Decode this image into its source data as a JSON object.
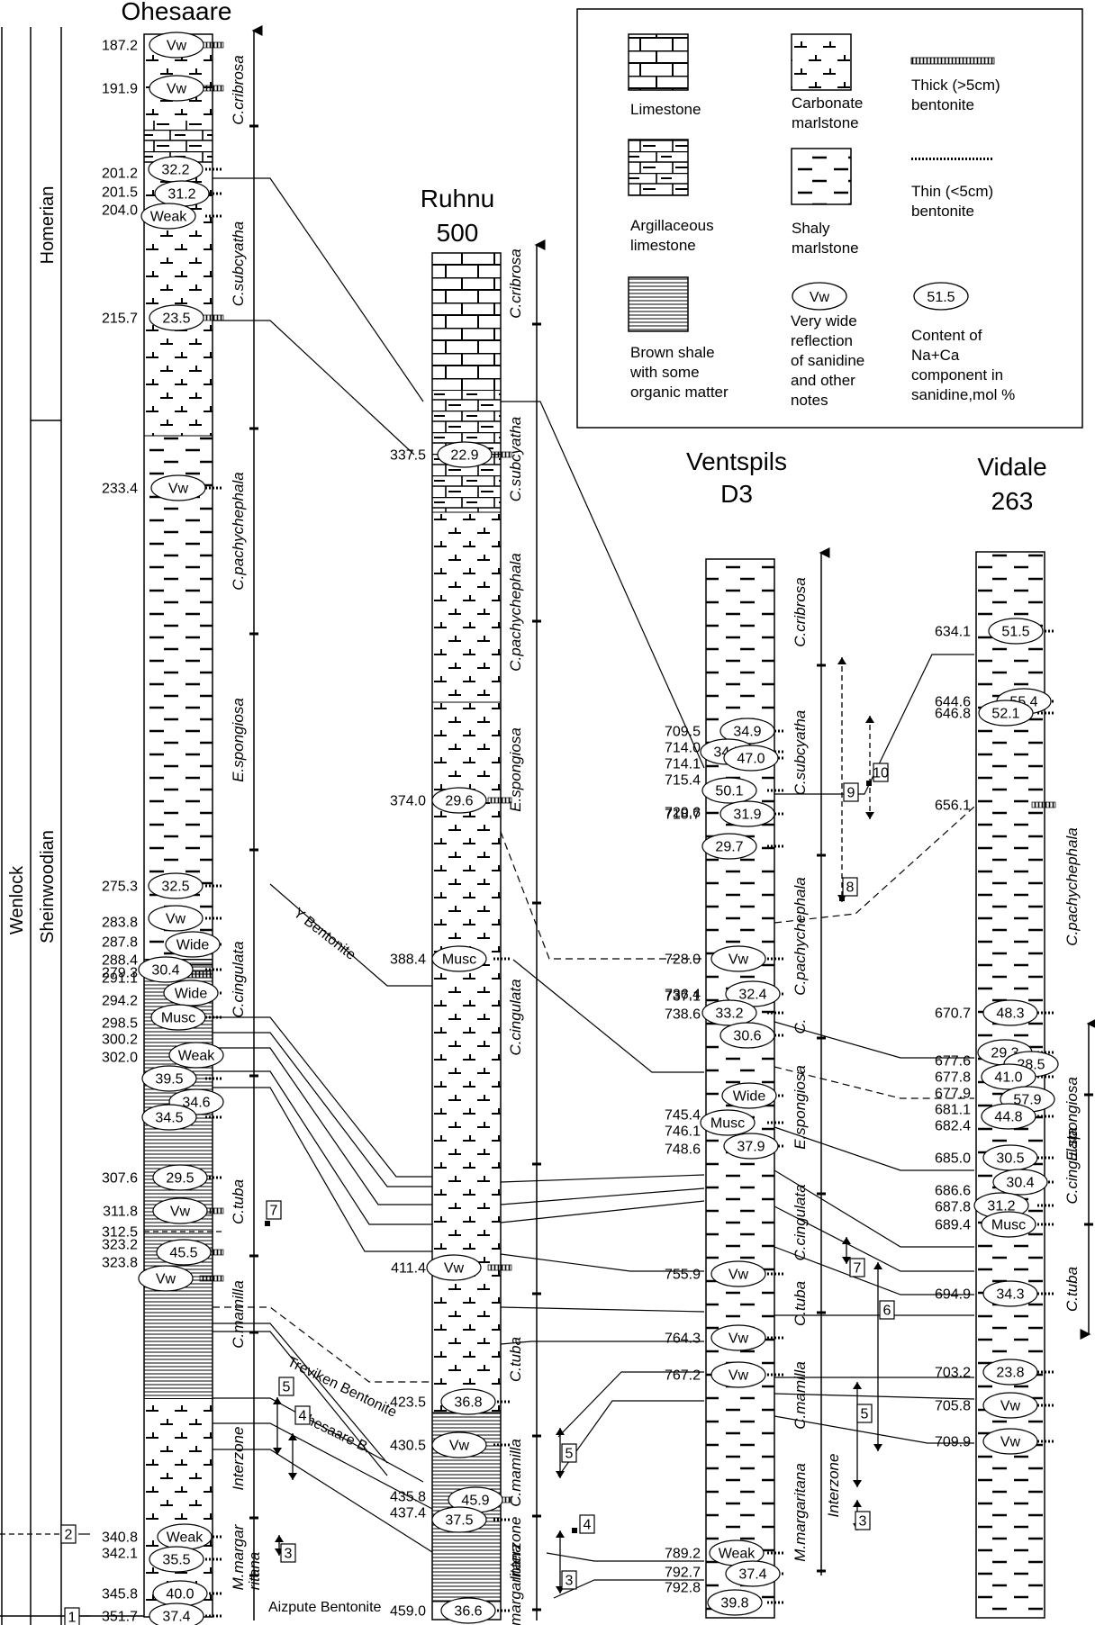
{
  "stages": {
    "series": "Wenlock",
    "homerian": "Homerian",
    "sheinwoodian": "Sheinwoodian"
  },
  "legend": {
    "limestone": "Limestone",
    "carbonate_marlstone": [
      "Carbonate",
      "marlstone"
    ],
    "thick_bentonite": [
      "Thick (>5cm)",
      "bentonite"
    ],
    "argillaceous_limestone": [
      "Argillaceous",
      "limestone"
    ],
    "shaly_marlstone": [
      "Shaly",
      "marlstone"
    ],
    "thin_bentonite": [
      "Thin (<5cm)",
      "bentonite"
    ],
    "brown_shale": [
      "Brown shale",
      "with some",
      "organic matter"
    ],
    "vw_symbol": "Vw",
    "vw_text": [
      "Very wide",
      "reflection",
      "of sanidine",
      "and other",
      "notes"
    ],
    "content_symbol": "51.5",
    "content_text": [
      "Content of",
      "Na+Ca",
      "component in",
      "sanidine,mol %"
    ]
  },
  "columns": {
    "ohesaare": {
      "title": [
        "Ohesaare"
      ],
      "samples": [
        {
          "d": "187.2",
          "v": "Vw"
        },
        {
          "d": "191.9",
          "v": "Vw"
        },
        {
          "d": "201.2",
          "v": "32.2"
        },
        {
          "d": "201.5",
          "v": "31.2"
        },
        {
          "d": "204.0",
          "v": "Weak"
        },
        {
          "d": "215.7",
          "v": "23.5"
        },
        {
          "d": "233.4",
          "v": "Vw"
        },
        {
          "d": "275.3",
          "v": "32.5"
        },
        {
          "d": "279.3",
          "v": ""
        },
        {
          "d": "283.8",
          "v": "Vw"
        },
        {
          "d": "287.8",
          "v": "Wide"
        },
        {
          "d": "288.4",
          "v": "30.4"
        },
        {
          "d": "291.1",
          "v": "Wide"
        },
        {
          "d": "294.2",
          "v": "Musc"
        },
        {
          "d": "298.5",
          "v": "Weak"
        },
        {
          "d": "300.2",
          "v": "39.5"
        },
        {
          "d": "302.0",
          "v": "34.6"
        },
        {
          "d": "",
          "v": "34.5"
        },
        {
          "d": "307.6",
          "v": "29.5"
        },
        {
          "d": "311.8",
          "v": "Vw"
        },
        {
          "d": "312.5",
          "v": ""
        },
        {
          "d": "323.2",
          "v": "45.5"
        },
        {
          "d": "323.8",
          "v": "Vw"
        },
        {
          "d": "340.8",
          "v": "Weak"
        },
        {
          "d": "342.1",
          "v": "35.5"
        },
        {
          "d": "345.8",
          "v": "40.0"
        },
        {
          "d": "351.7",
          "v": "37.4"
        }
      ],
      "zones": [
        "C.cribrosa",
        "C.subcyatha",
        "C.pachychephala",
        "E.spongiosa",
        "C.cingulata",
        "C.tuba",
        "C.mamilla",
        "Interzone",
        "M.margaritana"
      ],
      "zone_split": [
        "M.margar",
        "ritana"
      ],
      "labels": {
        "y_bentonite": "Y Bentonite",
        "treviken": "Treviken Bentonite",
        "ohesaare_b": "Ohesaare B.",
        "aizpute": "Aizpute Bentonite"
      }
    },
    "ruhnu": {
      "title": [
        "Ruhnu",
        "500"
      ],
      "samples": [
        {
          "d": "337.5",
          "v": "22.9"
        },
        {
          "d": "374.0",
          "v": "29.6"
        },
        {
          "d": "388.4",
          "v": "Musc"
        },
        {
          "d": "411.4",
          "v": "Vw"
        },
        {
          "d": "423.5",
          "v": "36.8"
        },
        {
          "d": "430.5",
          "v": "Vw"
        },
        {
          "d": "435.8",
          "v": "45.9"
        },
        {
          "d": "437.4",
          "v": "37.5"
        },
        {
          "d": "459.0",
          "v": "36.6"
        }
      ],
      "zones": [
        "C.cribrosa",
        "C.subcyatha",
        "C.pachychephala",
        "E.spongiosa",
        "C.cingulata",
        "C.tuba",
        "C.mamilla",
        "Interzone",
        "M.margaritana"
      ]
    },
    "ventspils": {
      "title": [
        "Ventspils",
        "D3"
      ],
      "samples": [
        {
          "d": "709.5",
          "v": "34.9"
        },
        {
          "d": "714.0",
          "v": "34.5"
        },
        {
          "d": "714.1",
          "v": "47.0"
        },
        {
          "d": "715.4",
          "v": "50.1"
        },
        {
          "d": "718.7",
          "v": "31.9"
        },
        {
          "d": "720.6",
          "v": "29.7"
        },
        {
          "d": "728.0",
          "v": "Vw"
        },
        {
          "d": "736.4",
          "v": "32.4"
        },
        {
          "d": "737.1",
          "v": "33.2"
        },
        {
          "d": "738.6",
          "v": "30.6"
        },
        {
          "d": "745.4",
          "v": "Wide"
        },
        {
          "d": "746.1",
          "v": "Musc"
        },
        {
          "d": "748.6",
          "v": "37.9"
        },
        {
          "d": "755.9",
          "v": "Vw"
        },
        {
          "d": "764.3",
          "v": "Vw"
        },
        {
          "d": "767.2",
          "v": "Vw"
        },
        {
          "d": "789.2",
          "v": "Weak"
        },
        {
          "d": "792.7",
          "v": "37.4"
        },
        {
          "d": "792.8",
          "v": "39.8"
        }
      ],
      "zones": [
        "C.cribrosa",
        "C.subcyatha",
        "C.pachychephala",
        "C.",
        "E.spongiosa",
        "C.cingulata",
        "C.tuba",
        "C.mamilla",
        "Interzone",
        "M.margaritana"
      ]
    },
    "vidale": {
      "title": [
        "Vidale",
        "263"
      ],
      "samples": [
        {
          "d": "634.1",
          "v": "51.5"
        },
        {
          "d": "644.6",
          "v": "55.4"
        },
        {
          "d": "646.8",
          "v": "52.1"
        },
        {
          "d": "656.1",
          "v": ""
        },
        {
          "d": "670.7",
          "v": "48.3"
        },
        {
          "d": "677.6",
          "v": "29.3"
        },
        {
          "d": "677.8",
          "v": "28.5"
        },
        {
          "d": "677.9",
          "v": "41.0"
        },
        {
          "d": "681.1",
          "v": "57.9"
        },
        {
          "d": "682.4",
          "v": "44.8"
        },
        {
          "d": "685.0",
          "v": "30.5"
        },
        {
          "d": "686.6",
          "v": "30.4"
        },
        {
          "d": "687.8",
          "v": "31.2"
        },
        {
          "d": "689.4",
          "v": "Musc"
        },
        {
          "d": "694.9",
          "v": "34.3"
        },
        {
          "d": "703.2",
          "v": "23.8"
        },
        {
          "d": "705.8",
          "v": "Vw"
        },
        {
          "d": "709.9",
          "v": "Vw"
        }
      ],
      "zones": [
        "C.pachychephala",
        "E.spongiosa",
        "C.cingulata",
        "C.tuba"
      ]
    }
  },
  "markers": [
    "1",
    "2",
    "3",
    "4",
    "5",
    "6",
    "7",
    "8",
    "9",
    "10"
  ]
}
